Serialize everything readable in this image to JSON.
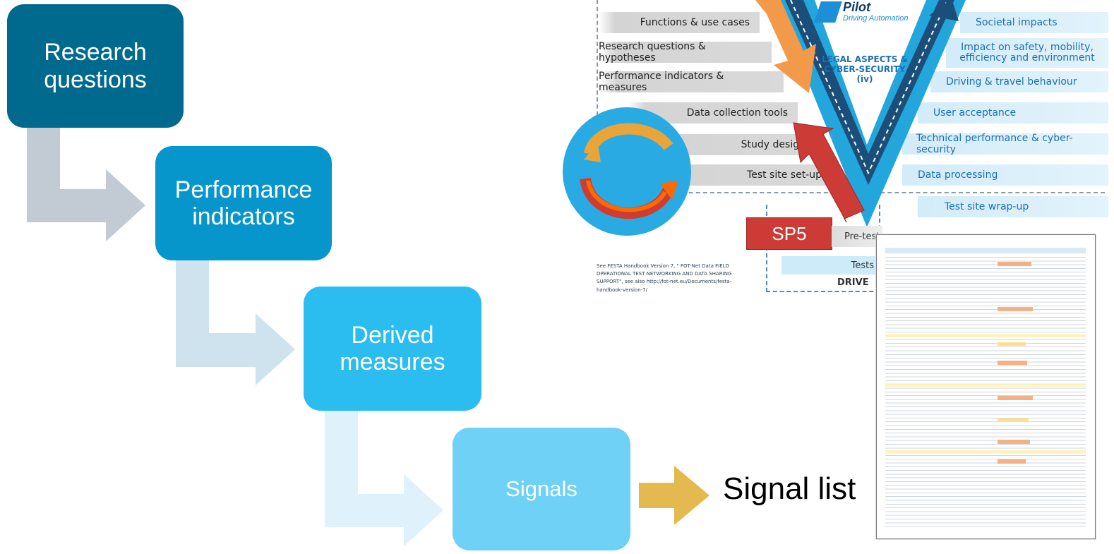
{
  "flow": {
    "research_questions": "Research questions",
    "performance_indicators": "Performance indicators",
    "derived_measures": "Derived measures",
    "signals": "Signals",
    "signal_list": "Signal list"
  },
  "colors": {
    "box1": "#006a8e",
    "box2": "#0796cc",
    "box3": "#2bbcf0",
    "box4": "#6fd1f5",
    "connector": "#c2cad4",
    "signal_arrow": "#e4b94f",
    "sp5_red": "#cc3b35",
    "v_shape_dark": "#1b4f7a",
    "v_shape_light": "#22a6dc",
    "orange_arrow": "#f29a4a"
  },
  "v_model": {
    "brand_name": "Pilot",
    "brand_tagline": "Driving Automation",
    "center_title": "LEGAL ASPECTS & CYBER-SECURITY",
    "center_sub": "(iv)",
    "left_rows": [
      "Functions & use cases",
      "Research questions & hypotheses",
      "Performance indicators & measures",
      "Data collection tools",
      "Study design",
      "Test site set-up"
    ],
    "right_rows": [
      "Societal impacts",
      "Impact on safety, mobility, efficiency and environment",
      "Driving & travel behaviour",
      "User acceptance",
      "Technical performance & cyber-security",
      "Data processing",
      "Test site wrap-up"
    ],
    "pre_tests": "Pre-tests",
    "tests": "Tests",
    "drive": "DRIVE",
    "sp5": "SP5",
    "reference": "See FESTA Handbook Version 7, \" FOT-Net Data FIELD OPERATIONAL TEST NETWORKING AND DATA SHARING SUPPORT\", see also http://fot-net.eu/Documents/festa-handbook-version-7/"
  }
}
